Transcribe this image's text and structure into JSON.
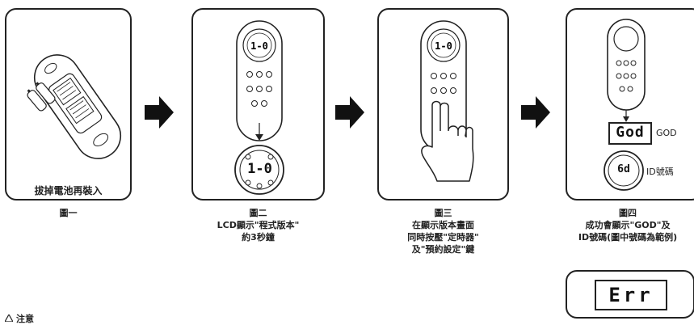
{
  "step1": {
    "inner_label": "拔掉電池再裝入",
    "caption": [
      "圖一"
    ]
  },
  "step2": {
    "display": "1-0",
    "caption": [
      "圖二",
      "LCD顯示\"程式版本\"",
      "約3秒鐘"
    ]
  },
  "step3": {
    "display": "1-0",
    "caption": [
      "圖三",
      "在顯示版本畫面",
      "同時按壓\"定時器\"",
      "及\"預約設定\"鍵"
    ]
  },
  "step4": {
    "god_display": "God",
    "god_label": "GOD",
    "id_display": "6d",
    "id_label": "ID號碼",
    "caption": [
      "圖四",
      "成功會顯示\"GOD\"及",
      "ID號碼(圖中號碼為範例)"
    ]
  },
  "error": {
    "display": "Err"
  },
  "note": {
    "text": "注意"
  },
  "colors": {
    "stroke": "#222222",
    "background": "#ffffff"
  }
}
